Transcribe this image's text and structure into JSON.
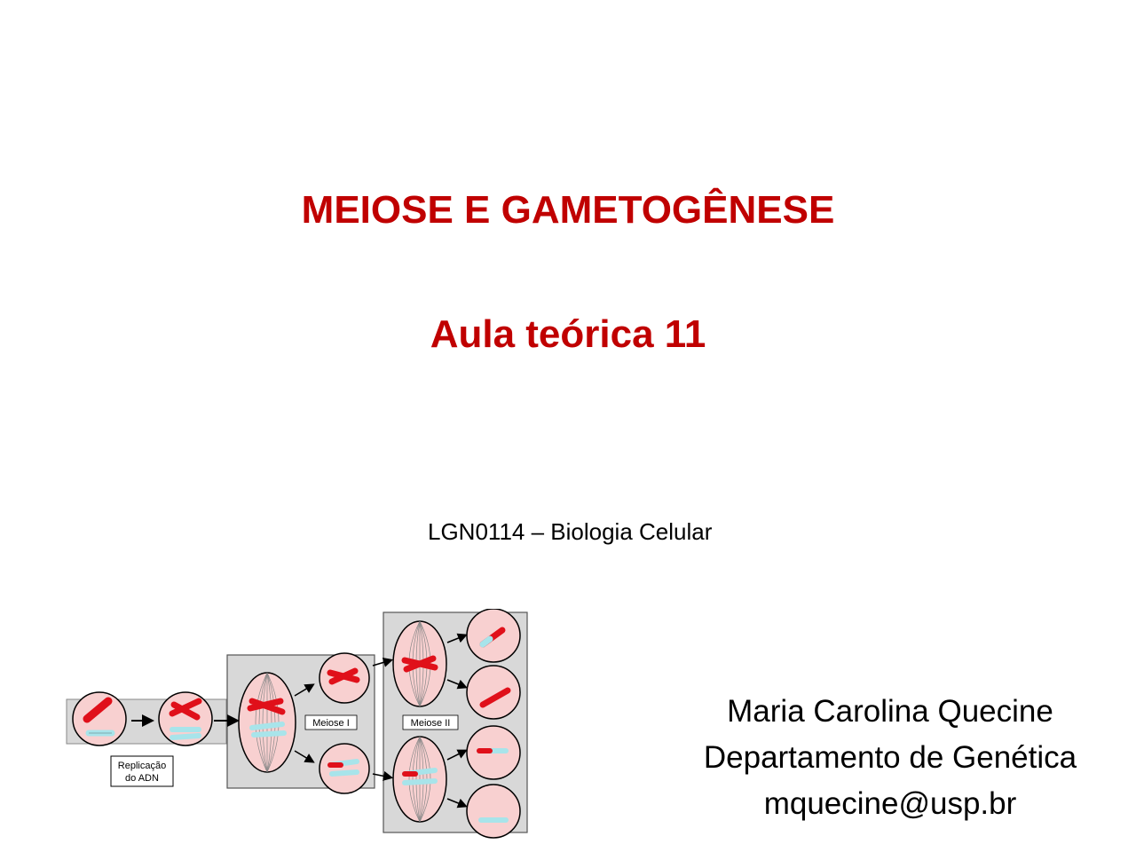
{
  "slide": {
    "title": "MEIOSE E GAMETOGÊNESE",
    "subtitle": "Aula teórica 11",
    "course": "LGN0114 – Biologia Celular",
    "author": {
      "name": "Maria Carolina Quecine",
      "department": "Departamento de Genética",
      "email": "mquecine@usp.br"
    }
  },
  "diagram": {
    "labels": {
      "replication_line1": "Replicação",
      "replication_line2": "do ADN",
      "meiosis1": "Meiose I",
      "meiosis2": "Meiose II"
    }
  },
  "colors": {
    "title": "#c00000",
    "cell_fill": "#f8d0d0",
    "chromosome_red": "#e0101a",
    "chromosome_blue": "#a8e4ea",
    "panel_gray": "#d8d8d8"
  }
}
